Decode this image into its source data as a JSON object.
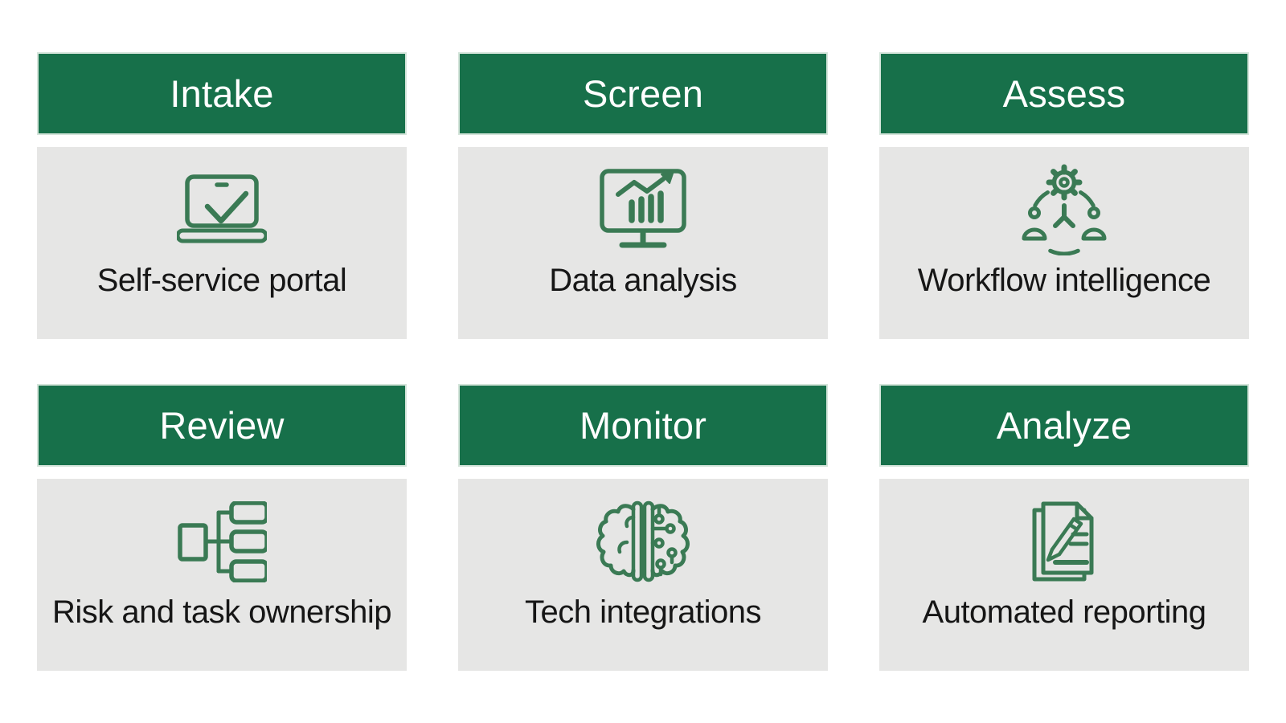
{
  "page": {
    "background": "#FFFFFF"
  },
  "colors": {
    "header_bg": "#17704A",
    "header_border": "#D4E4DA",
    "header_text": "#FFFFFF",
    "body_bg": "#E6E6E5",
    "label_text": "#161616",
    "icon_stroke": "#3A7A54"
  },
  "cards": [
    {
      "title": "Intake",
      "label": "Self-service portal",
      "icon": "laptop-check-icon"
    },
    {
      "title": "Screen",
      "label": "Data analysis",
      "icon": "monitor-chart-icon"
    },
    {
      "title": "Assess",
      "label": "Workflow intelligence",
      "icon": "gear-people-network-icon"
    },
    {
      "title": "Review",
      "label": "Risk and task ownership",
      "icon": "flowchart-icon"
    },
    {
      "title": "Monitor",
      "label": "Tech integrations",
      "icon": "brain-circuit-icon"
    },
    {
      "title": "Analyze",
      "label": "Automated reporting",
      "icon": "documents-pencil-icon"
    }
  ]
}
